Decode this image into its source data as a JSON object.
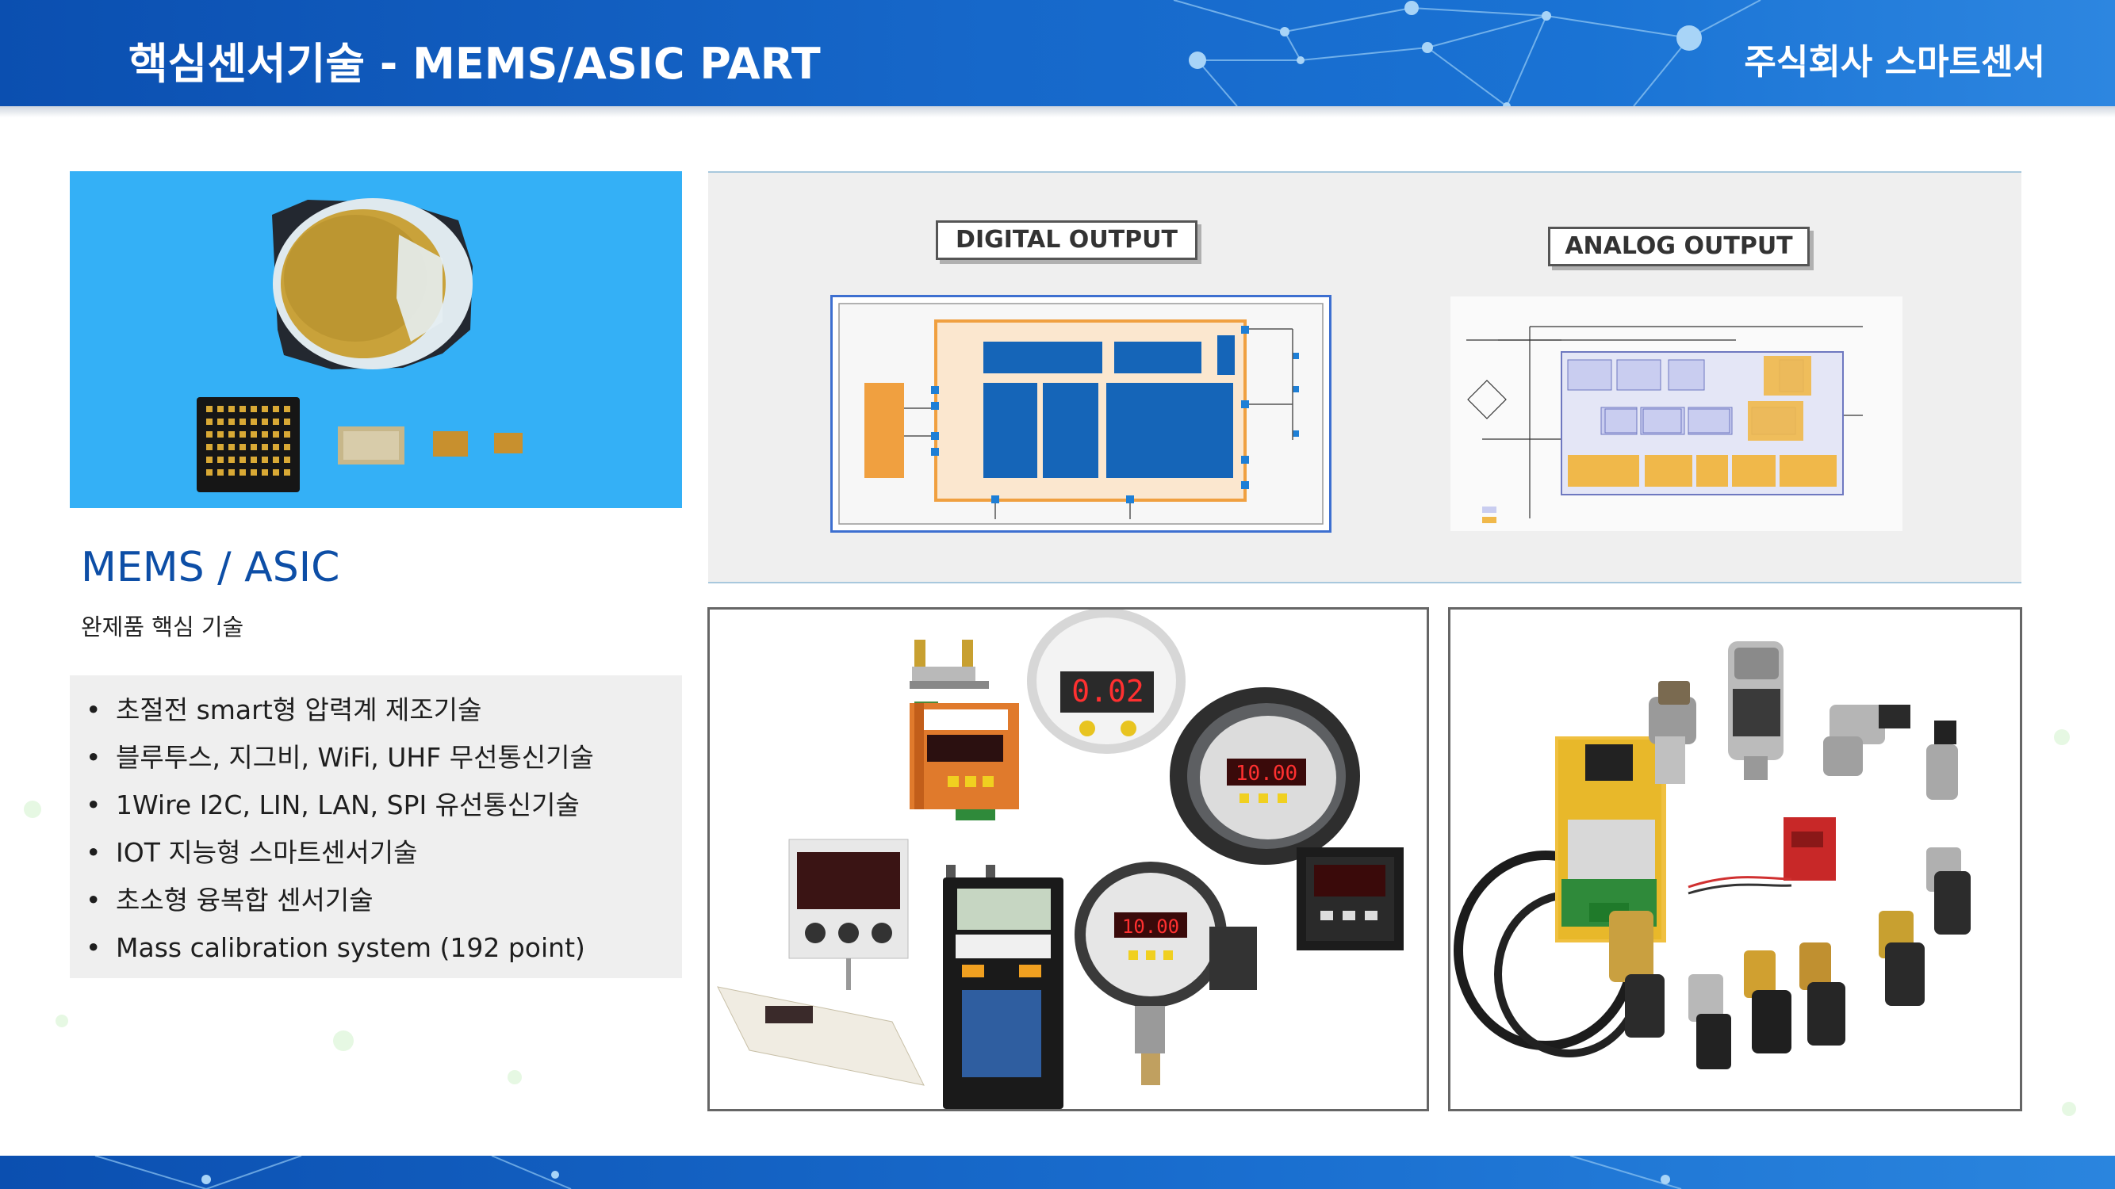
{
  "header": {
    "title": "핵심센서기술  -  MEMS/ASIC PART",
    "company": "주식회사 스마트센서"
  },
  "left": {
    "section_title": "MEMS / ASIC",
    "section_subtitle": "완제품 핵심 기술",
    "bullet_symbol": "•",
    "bullets": [
      "초절전 smart형 압력계 제조기술",
      "블루투스, 지그비, WiFi, UHF 무선통신기술",
      "1Wire I2C, LIN, LAN, SPI 유선통신기술",
      "IOT 지능형 스마트센서기술",
      "초소형 융복합 센서기술",
      "Mass calibration system (192 point)"
    ]
  },
  "diagrams": {
    "digital_label": "DIGITAL OUTPUT",
    "analog_label": "ANALOG OUTPUT"
  },
  "colors": {
    "header_blue": "#1667c9",
    "title_blue": "#0d4ea6",
    "mems_background": "#34b0f6",
    "diagram_block_blue": "#1565b8",
    "diagram_orange": "#f0a040"
  }
}
